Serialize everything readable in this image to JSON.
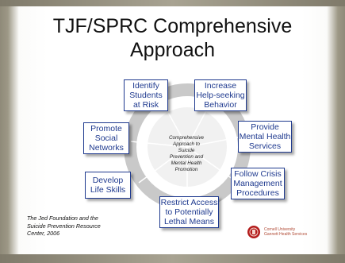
{
  "title": "TJF/SPRC Comprehensive\nApproach",
  "diagram": {
    "center": "Comprehensive\nApproach to\nSuicide\nPrevention and\nMental Health\nPromotion",
    "components": [
      {
        "id": "identify",
        "label": "Identify\nStudents\nat Risk"
      },
      {
        "id": "help",
        "label": "Increase\nHelp-seeking\nBehavior"
      },
      {
        "id": "promote",
        "label": "Promote\nSocial\nNetworks"
      },
      {
        "id": "services",
        "label": "Provide\nMental Health\nServices"
      },
      {
        "id": "skills",
        "label": "Develop\nLife Skills"
      },
      {
        "id": "crisis",
        "label": "Follow Crisis\nManagement\nProcedures"
      },
      {
        "id": "restrict",
        "label": "Restrict Access\nto Potentially\nLethal Means"
      }
    ]
  },
  "credit": "The Jed Foundation and the\nSuicide Prevention Resource\nCenter, 2006",
  "logo": {
    "text": "Cornell University\nGannett Health Services",
    "icon": "cornell-seal-icon"
  },
  "colors": {
    "box_border": "#1f3a8f",
    "text_blue": "#1f3a8f",
    "circle": "#c9c9c9",
    "seal": "#b31b1b"
  }
}
